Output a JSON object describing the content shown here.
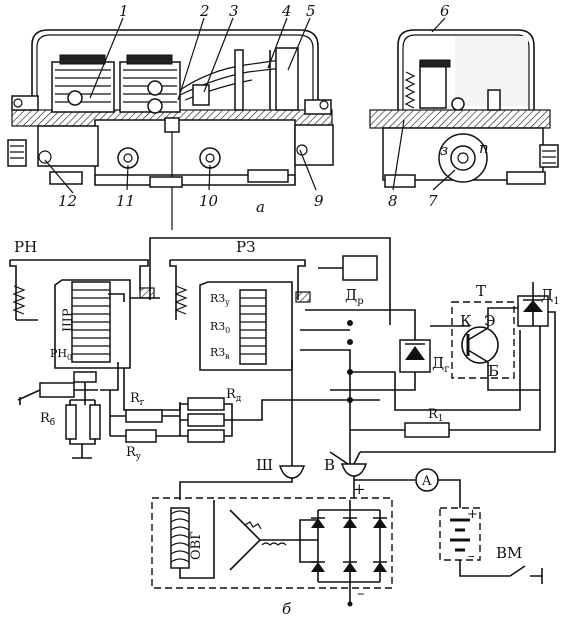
{
  "figure_a": {
    "callouts": [
      "1",
      "2",
      "3",
      "4",
      "5",
      "6",
      "7",
      "8",
      "9",
      "10",
      "11",
      "12"
    ],
    "panel_label": "а"
  },
  "figure_b": {
    "panel_label": "б",
    "blocks": {
      "voltage_regulator": "РН",
      "protection_relay": "РЗ",
      "transistor_block": "Т"
    },
    "labels": {
      "shunt_winding": "ШР",
      "rn_zero": "РН",
      "rn_zero_sub": "0",
      "rz_y": "RЗ",
      "rz_y_sub": "у",
      "rz_0": "RЗ",
      "rz_0_sub": "0",
      "rz_v": "RЗ",
      "rz_v_sub": "в",
      "diode_p": "Д",
      "diode_p_sub": "р",
      "diode_g": "Д",
      "diode_g_sub": "г",
      "diode_1": "Д",
      "diode_1_sub": "1",
      "collector": "К",
      "emitter": "Э",
      "base": "Б",
      "r1": "R",
      "r1_sub": "1",
      "rg": "R",
      "rg_sub": "г",
      "rd": "R",
      "rd_sub": "д",
      "ry": "R",
      "ry_sub": "у",
      "rb": "R",
      "rb_sub": "б",
      "terminal_sh": "Ш",
      "terminal_v": "В",
      "plus": "+",
      "minus": "–",
      "ammeter": "A",
      "field_winding": "ОВГ",
      "switch": "ВМ",
      "bat_plus": "+",
      "bat_minus": "–"
    }
  }
}
